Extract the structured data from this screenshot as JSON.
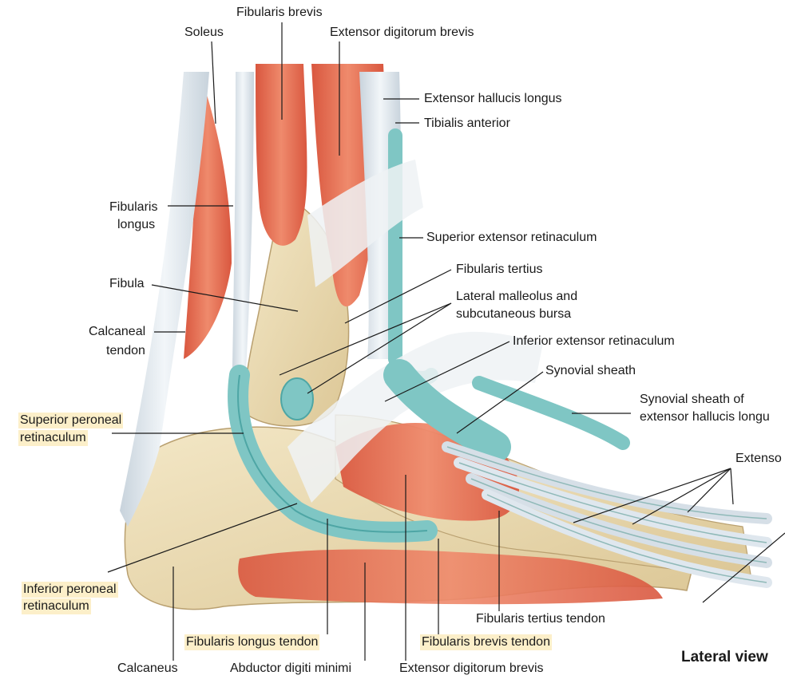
{
  "view": "Lateral view",
  "labels": {
    "fibularis_brevis_top": "Fibularis brevis",
    "soleus": "Soleus",
    "extensor_digitorum_brevis_top": "Extensor digitorum brevis",
    "extensor_hallucis_longus": "Extensor hallucis longus",
    "tibialis_anterior": "Tibialis anterior",
    "fibularis_longus_line1": "Fibularis",
    "fibularis_longus_line2": "longus",
    "superior_extensor_retinaculum": "Superior extensor retinaculum",
    "fibularis_tertius": "Fibularis tertius",
    "fibula": "Fibula",
    "lateral_malleolus_line1": "Lateral malleolus and",
    "lateral_malleolus_line2": "subcutaneous bursa",
    "calcaneal_tendon_line1": "Calcaneal",
    "calcaneal_tendon_line2": "tendon",
    "inferior_extensor_retinaculum": "Inferior extensor retinaculum",
    "synovial_sheath": "Synovial sheath",
    "synovial_sheath_ehl_line1": "Synovial sheath of",
    "synovial_sheath_ehl_line2": "extensor hallucis longu",
    "superior_peroneal_line1": "Superior peroneal",
    "superior_peroneal_line2": "retinaculum",
    "extensor_cut": "Extenso",
    "inferior_peroneal_line1": "Inferior peroneal",
    "inferior_peroneal_line2": "retinaculum",
    "fibularis_tertius_tendon": "Fibularis tertius tendon",
    "fibularis_longus_tendon": "Fibularis longus tendon",
    "fibularis_brevis_tendon": "Fibularis brevis tendon",
    "calcaneus": "Calcaneus",
    "abductor_digiti_minimi": "Abductor digiti minimi",
    "extensor_digitorum_brevis_bottom": "Extensor digitorum brevis"
  },
  "colors": {
    "muscle": "#e8735a",
    "tendon": "#dfe7ee",
    "sheath": "#7fc6c4",
    "bone": "#ecdcb2",
    "highlight": "#fcefc9",
    "line": "#1a1a1a"
  }
}
